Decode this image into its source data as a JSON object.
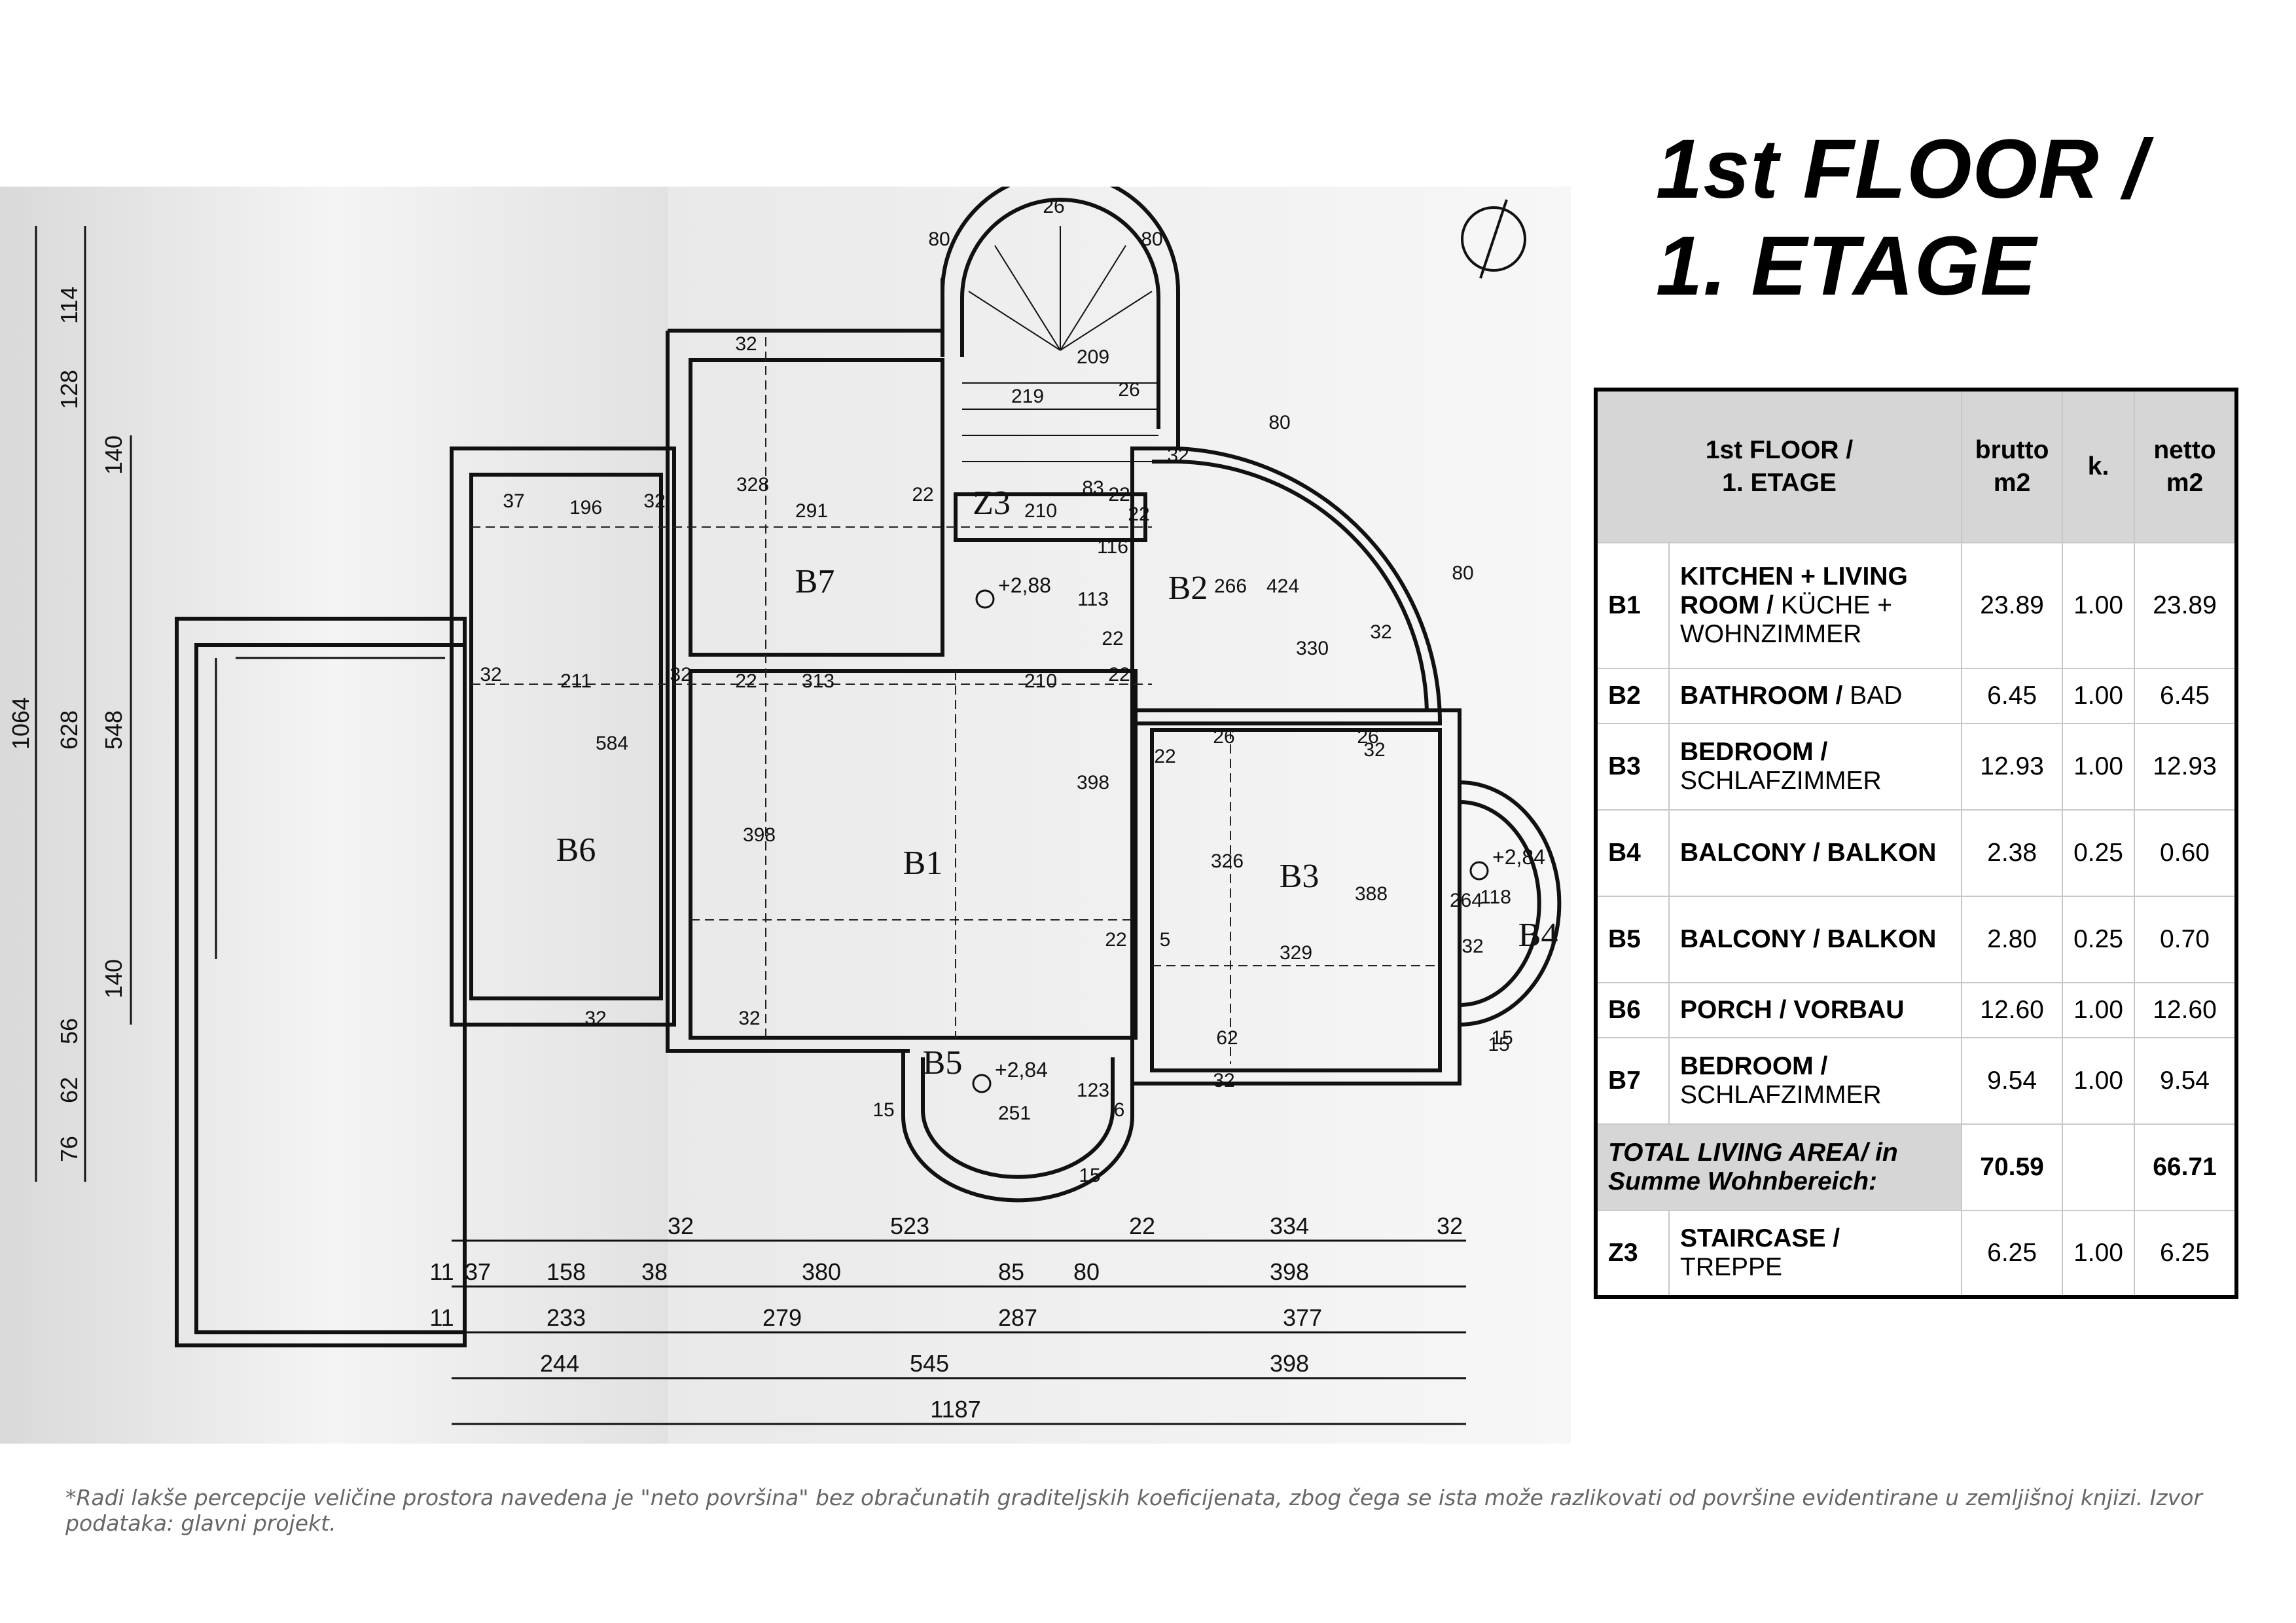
{
  "title": {
    "line1": "1st FLOOR /",
    "line2": "1. ETAGE"
  },
  "table": {
    "header": {
      "name_line1": "1st FLOOR /",
      "name_line2": "1. ETAGE",
      "brutto": "brutto m2",
      "k": "k.",
      "netto": "netto m2"
    },
    "rows": [
      {
        "code": "B1",
        "name_bold": "KITCHEN + LIVING ROOM /",
        "name_rest": " KÜCHE + WOHNZIMMER",
        "brutto": "23.89",
        "k": "1.00",
        "netto": "23.89"
      },
      {
        "code": "B2",
        "name_bold": "BATHROOM /",
        "name_rest": " BAD",
        "brutto": "6.45",
        "k": "1.00",
        "netto": "6.45"
      },
      {
        "code": "B3",
        "name_bold": "BEDROOM /",
        "name_rest": " SCHLAFZIMMER",
        "brutto": "12.93",
        "k": "1.00",
        "netto": "12.93"
      },
      {
        "code": "B4",
        "name_bold": "BALCONY / BALKON",
        "name_rest": "",
        "brutto": "2.38",
        "k": "0.25",
        "netto": "0.60"
      },
      {
        "code": "B5",
        "name_bold": "BALCONY / BALKON",
        "name_rest": "",
        "brutto": "2.80",
        "k": "0.25",
        "netto": "0.70"
      },
      {
        "code": "B6",
        "name_bold": "PORCH / VORBAU",
        "name_rest": "",
        "brutto": "12.60",
        "k": "1.00",
        "netto": "12.60"
      },
      {
        "code": "B7",
        "name_bold": "BEDROOM /",
        "name_rest": " SCHLAFZIMMER",
        "brutto": "9.54",
        "k": "1.00",
        "netto": "9.54"
      }
    ],
    "total": {
      "label": "TOTAL LIVING AREA/ in Summe Wohnbereich:",
      "brutto": "70.59",
      "netto": "66.71"
    },
    "extra": {
      "code": "Z3",
      "name_bold": "STAIRCASE /",
      "name_rest": " TREPPE",
      "brutto": "6.25",
      "k": "1.00",
      "netto": "6.25"
    }
  },
  "plan": {
    "rooms": {
      "B1": "B1",
      "B2": "B2",
      "B3": "B3",
      "B4": "B4",
      "B5": "B5",
      "B6": "B6",
      "B7": "B7",
      "Z3": "Z3"
    },
    "levels": {
      "l1": "+2,88",
      "l2": "+2,84",
      "l3": "+2,84"
    },
    "dims_left": [
      "114",
      "128",
      "140",
      "1064",
      "628",
      "548",
      "140",
      "56",
      "62",
      "76"
    ],
    "dims_bottom_row1": [
      "32",
      "523",
      "22",
      "334",
      "32"
    ],
    "dims_bottom_row2": [
      "11",
      "37",
      "158",
      "38",
      "380",
      "85",
      "80",
      "398"
    ],
    "dims_bottom_row3": [
      "11",
      "233",
      "279",
      "287",
      "377"
    ],
    "dims_bottom_row4": [
      "244",
      "545",
      "398"
    ],
    "dims_bottom_total": "1187",
    "dims_interior": [
      "37",
      "196",
      "32",
      "32",
      "328",
      "291",
      "22",
      "210",
      "22",
      "83",
      "116",
      "22",
      "266",
      "424",
      "113",
      "32",
      "211",
      "32",
      "22",
      "313",
      "210",
      "22",
      "22",
      "584",
      "398",
      "398",
      "326",
      "388",
      "26",
      "26",
      "22",
      "5",
      "329",
      "32",
      "32",
      "32",
      "62",
      "32",
      "123",
      "15",
      "251",
      "6",
      "15",
      "15",
      "118",
      "264",
      "32",
      "22",
      "219",
      "26",
      "209",
      "80",
      "80",
      "26",
      "80",
      "80",
      "330",
      "32",
      "32",
      "15"
    ]
  },
  "footnote": "*Radi lakše percepcije veličine prostora navedena je \"neto površina\" bez obračunatih graditeljskih koeficijenata, zbog čega se ista može razlikovati od površine evidentirane u zemljišnoj knjizi. Izvor podataka: glavni projekt."
}
